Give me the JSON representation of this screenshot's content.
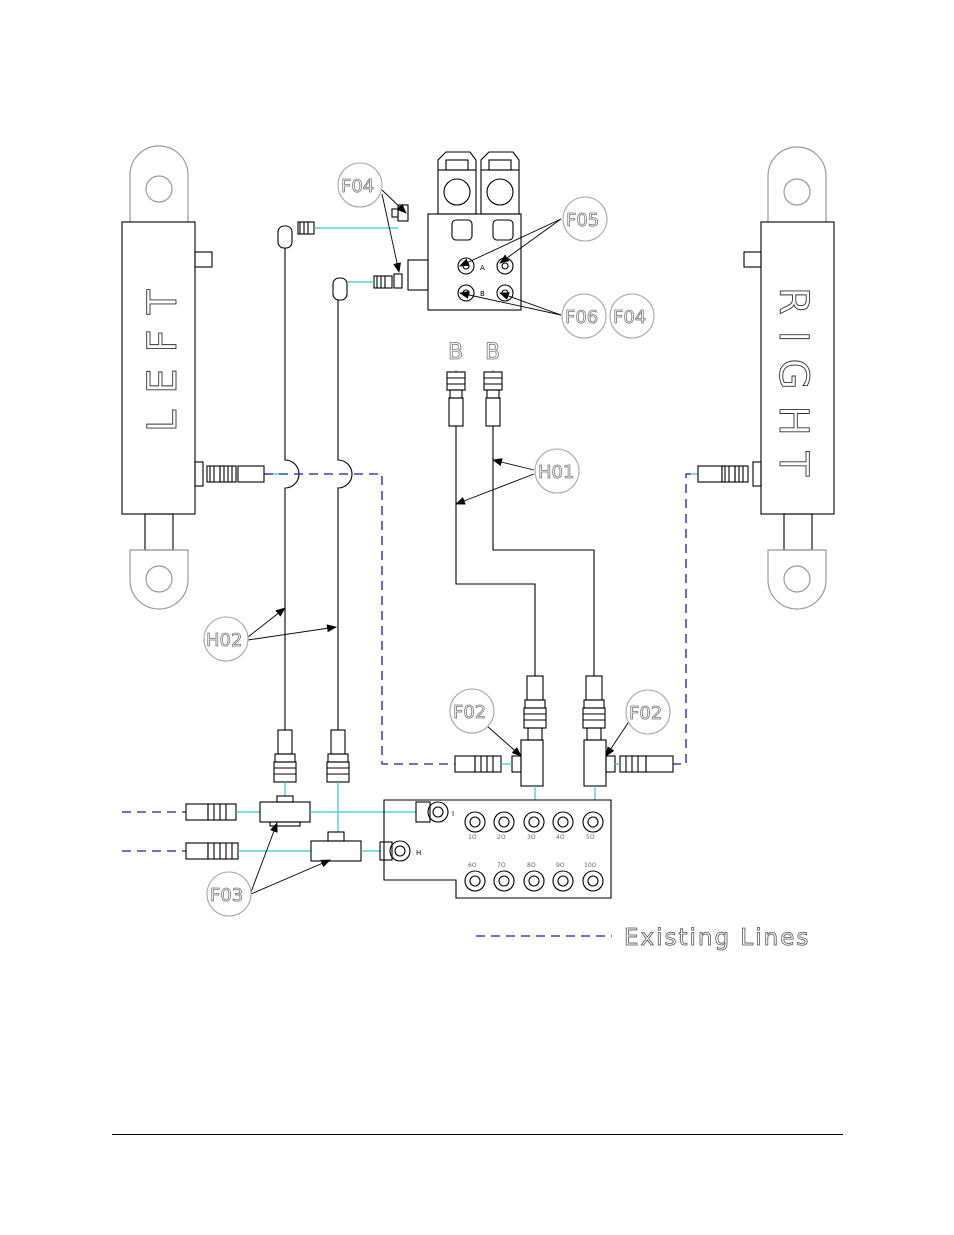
{
  "cylinders": {
    "left": "LEFT",
    "right": "RIGHT"
  },
  "callouts": {
    "f04_top": "F04",
    "f05": "F05",
    "f06": "F06",
    "f04_right": "F04",
    "h01": "H01",
    "h02": "H02",
    "f02_left": "F02",
    "f02_right": "F02",
    "f03": "F03"
  },
  "port_labels": {
    "b_left": "B",
    "b_right": "B"
  },
  "valve_ports": {
    "a": "A",
    "b": "B"
  },
  "manifold": {
    "top_row": [
      "1O",
      "2O",
      "3O",
      "4O",
      "5O"
    ],
    "bottom_row": [
      "6O",
      "7O",
      "8O",
      "9O",
      "10O"
    ],
    "port_i": "I",
    "port_h": "H"
  },
  "legend": {
    "label": "Existing Lines"
  },
  "colors": {
    "fitting_lines": "#33cccc",
    "existing_lines": "#1a1ab0",
    "outline": "#000000"
  }
}
